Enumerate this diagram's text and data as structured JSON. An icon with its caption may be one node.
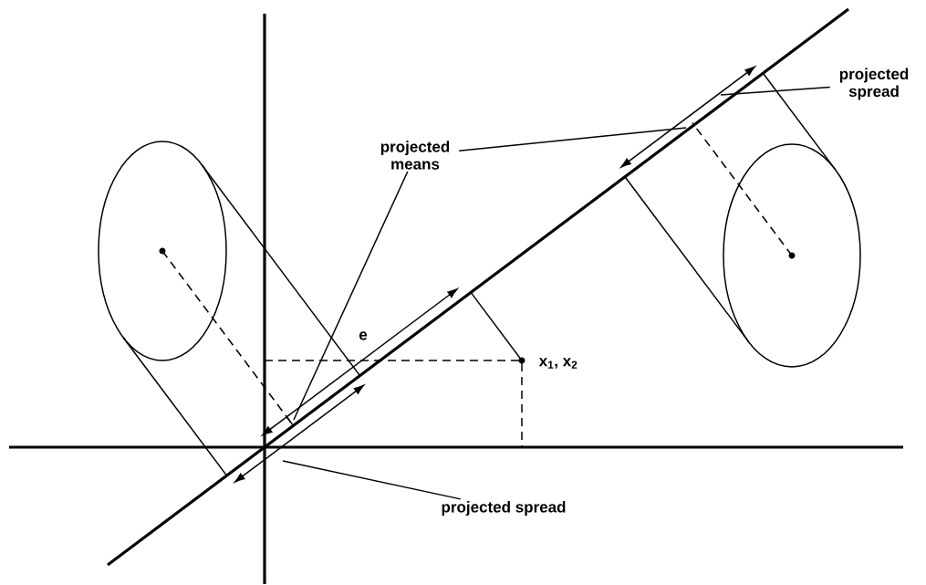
{
  "diagram": {
    "nodes": [
      {
        "text": [
          "projected means"
        ]
      },
      {
        "text": [
          "projected spread"
        ]
      },
      {
        "text": [
          "projected spread"
        ]
      }
    ],
    "edges": [
      {
        "from": 0,
        "to": null,
        "arrow": "none"
      },
      {
        "from": 0,
        "to": null,
        "arrow": "none"
      },
      {
        "from": 1,
        "to": null,
        "arrow": "none"
      },
      {
        "from": 2,
        "to": null,
        "arrow": "none"
      }
    ],
    "labels": [
      "e",
      "x$_{1}$, x$_{2}$"
    ]
  }
}
